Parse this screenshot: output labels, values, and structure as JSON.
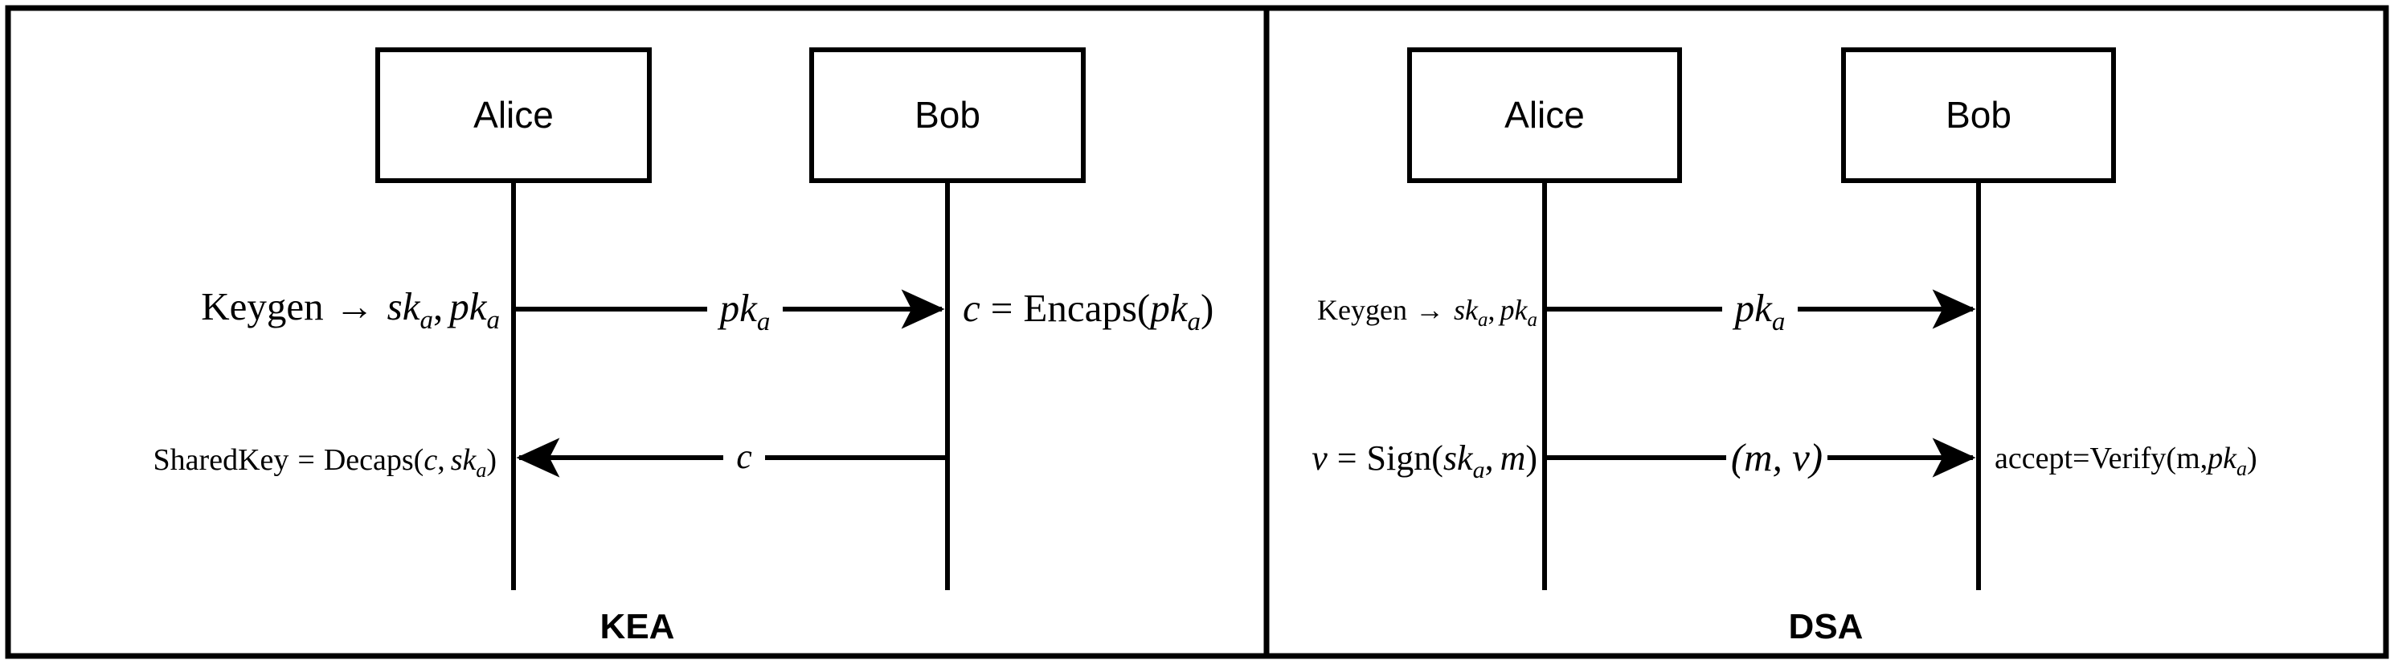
{
  "figure": {
    "kind": "protocol-sequence-diagram",
    "background": "#ffffff",
    "stroke_color": "#000000",
    "panels": [
      {
        "id": "kea",
        "title": "KEA",
        "actors": [
          {
            "id": "alice",
            "label": "Alice"
          },
          {
            "id": "bob",
            "label": "Bob"
          }
        ],
        "steps": [
          {
            "id": "kea-step-1",
            "direction": "left-to-right",
            "left_note": {
              "main": "Keygen",
              "arrow": "→",
              "vars": "sk",
              "sub_a": "a",
              "vars2": "pk",
              "sub_a2": "a"
            },
            "left_note_text": "Keygen → skₐ, pkₐ",
            "message_label": "pkₐ",
            "right_note_text": "c = Encaps(pkₐ)"
          },
          {
            "id": "kea-step-2",
            "direction": "right-to-left",
            "left_note_text": "SharedKey = Decaps(c, skₐ)",
            "message_label": "c",
            "right_note_text": ""
          }
        ]
      },
      {
        "id": "dsa",
        "title": "DSA",
        "actors": [
          {
            "id": "alice",
            "label": "Alice"
          },
          {
            "id": "bob",
            "label": "Bob"
          }
        ],
        "steps": [
          {
            "id": "dsa-step-1",
            "direction": "left-to-right",
            "left_note_text": "Keygen → skₐ, pkₐ",
            "message_label": "pkₐ",
            "right_note_text": ""
          },
          {
            "id": "dsa-step-2",
            "direction": "left-to-right",
            "left_note_text": "v = Sign(skₐ, m)",
            "message_label": "(m, v)",
            "right_note_text": "accept=Verify(m,pkₐ)"
          }
        ]
      }
    ],
    "tokens": {
      "keygen": "Keygen",
      "arrow_glyph": "→",
      "sk": "sk",
      "pk": "pk",
      "sub_a": "a",
      "comma": ",",
      "sharedkey": "SharedKey",
      "equals": "=",
      "decaps": "Decaps",
      "encaps": "Encaps",
      "sign": "Sign",
      "verify": "Verify",
      "accept": "accept",
      "c": "c",
      "v": "v",
      "m": "m",
      "lparen": "(",
      "rparen": ")",
      "mv": "(m, v)"
    }
  }
}
